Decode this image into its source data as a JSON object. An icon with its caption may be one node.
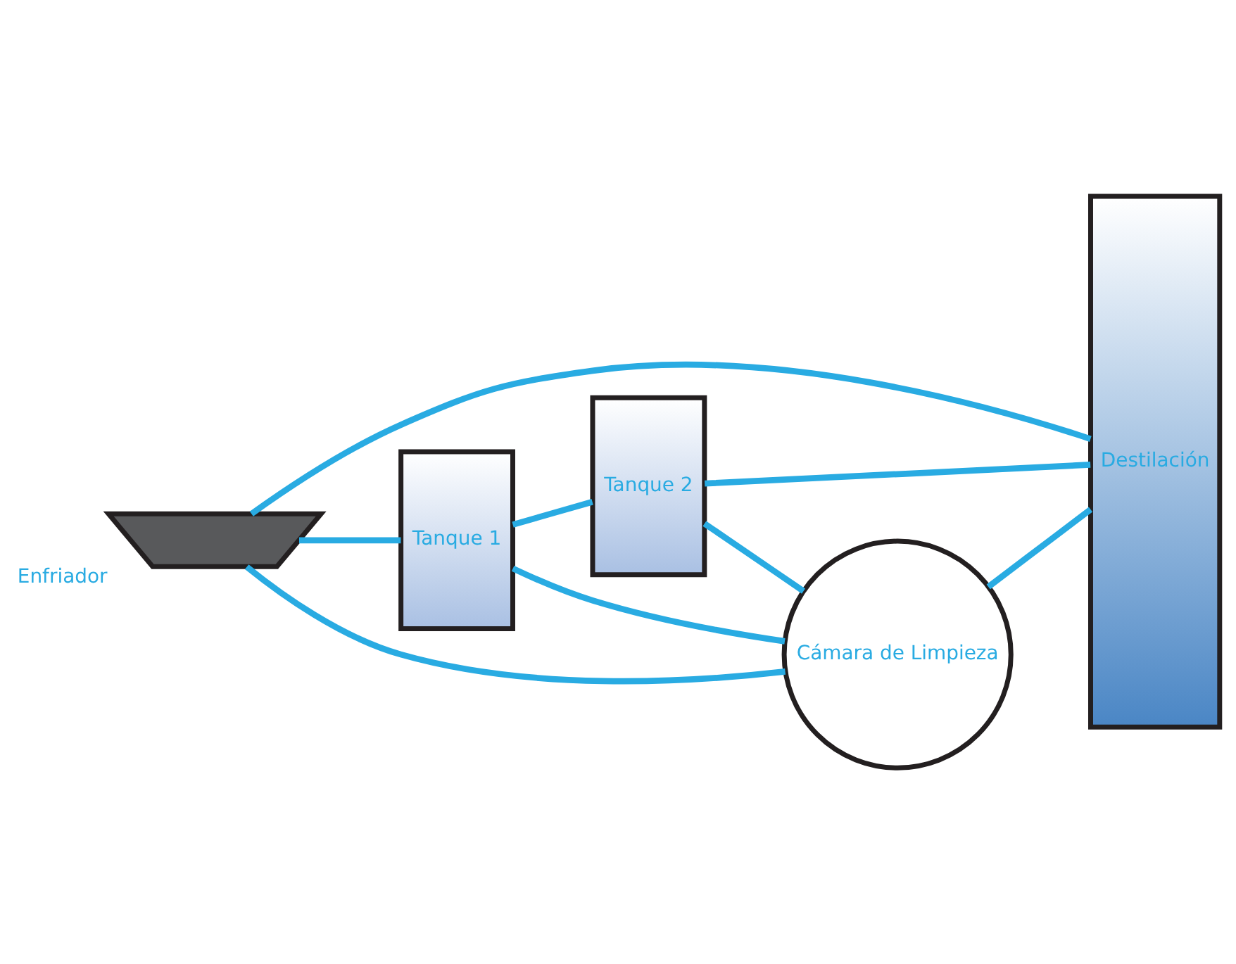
{
  "diagram": {
    "nodes": [
      {
        "text": [
          "Enfriador"
        ]
      },
      {
        "text": [
          "Destilación"
        ]
      },
      {
        "text": [
          "Tanque 1"
        ]
      },
      {
        "text": [
          "Cámara de Limpieza"
        ]
      },
      {
        "text": [
          "Tanque 2"
        ]
      }
    ],
    "edges": [
      {
        "from": 0,
        "to": 2,
        "arrow": "none"
      },
      {
        "from": 0,
        "to": 1,
        "arrow": "none"
      },
      {
        "from": 3,
        "to": 1,
        "arrow": "none"
      },
      {
        "from": 3,
        "to": 0,
        "arrow": "none"
      },
      {
        "from": 2,
        "to": 4,
        "arrow": "none"
      },
      {
        "from": 2,
        "to": 3,
        "arrow": "none"
      },
      {
        "from": 4,
        "to": 3,
        "arrow": "none"
      },
      {
        "from": 4,
        "to": 1,
        "arrow": "none"
      }
    ]
  }
}
